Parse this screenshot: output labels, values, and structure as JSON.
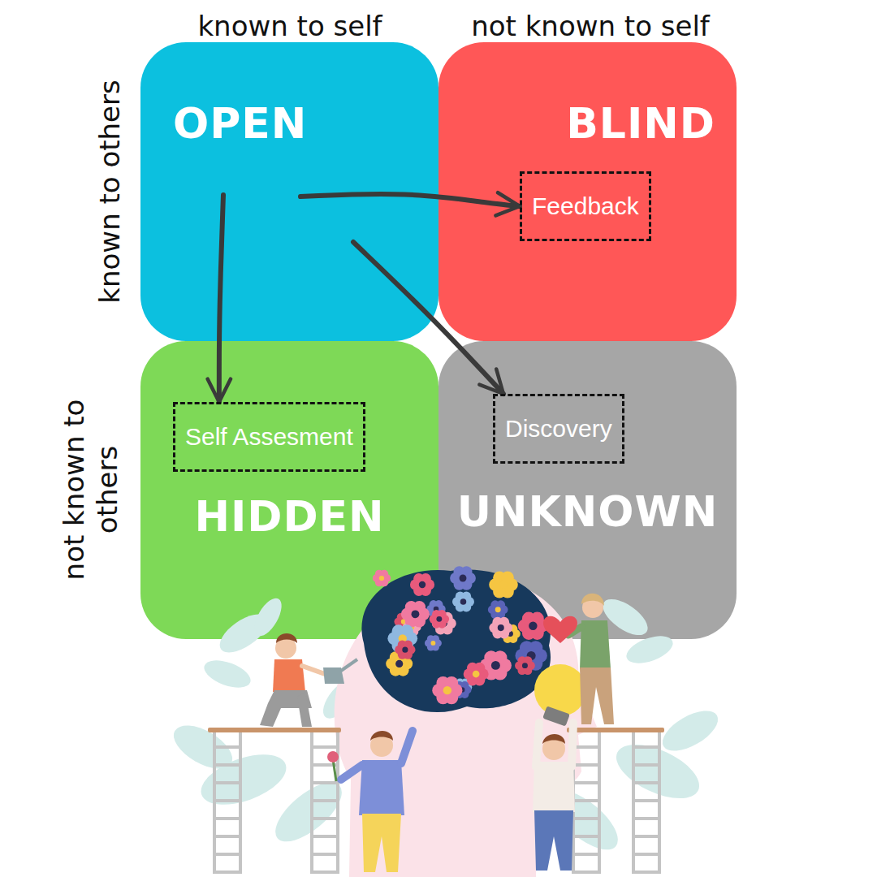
{
  "diagram": {
    "nodes": [
      {
        "text": [
          "OPEN"
        ]
      },
      {
        "text": [
          "BLIND"
        ]
      },
      {
        "text": [
          "Feedback"
        ],
        "in": 1
      },
      {
        "text": [
          "HIDDEN"
        ]
      },
      {
        "text": [
          "Self Assesment"
        ],
        "in": 3
      },
      {
        "text": [
          "UNKNOWN"
        ]
      },
      {
        "text": [
          "Discovery"
        ],
        "in": 5
      }
    ],
    "edges": [
      {
        "from": 0,
        "to": 2,
        "arrow": "to"
      },
      {
        "from": 0,
        "to": 4,
        "arrow": "to"
      },
      {
        "from": 0,
        "to": 6,
        "arrow": "to"
      }
    ],
    "labels": [
      "known to self",
      "not known to self",
      "known to others",
      "not known to others"
    ]
  }
}
